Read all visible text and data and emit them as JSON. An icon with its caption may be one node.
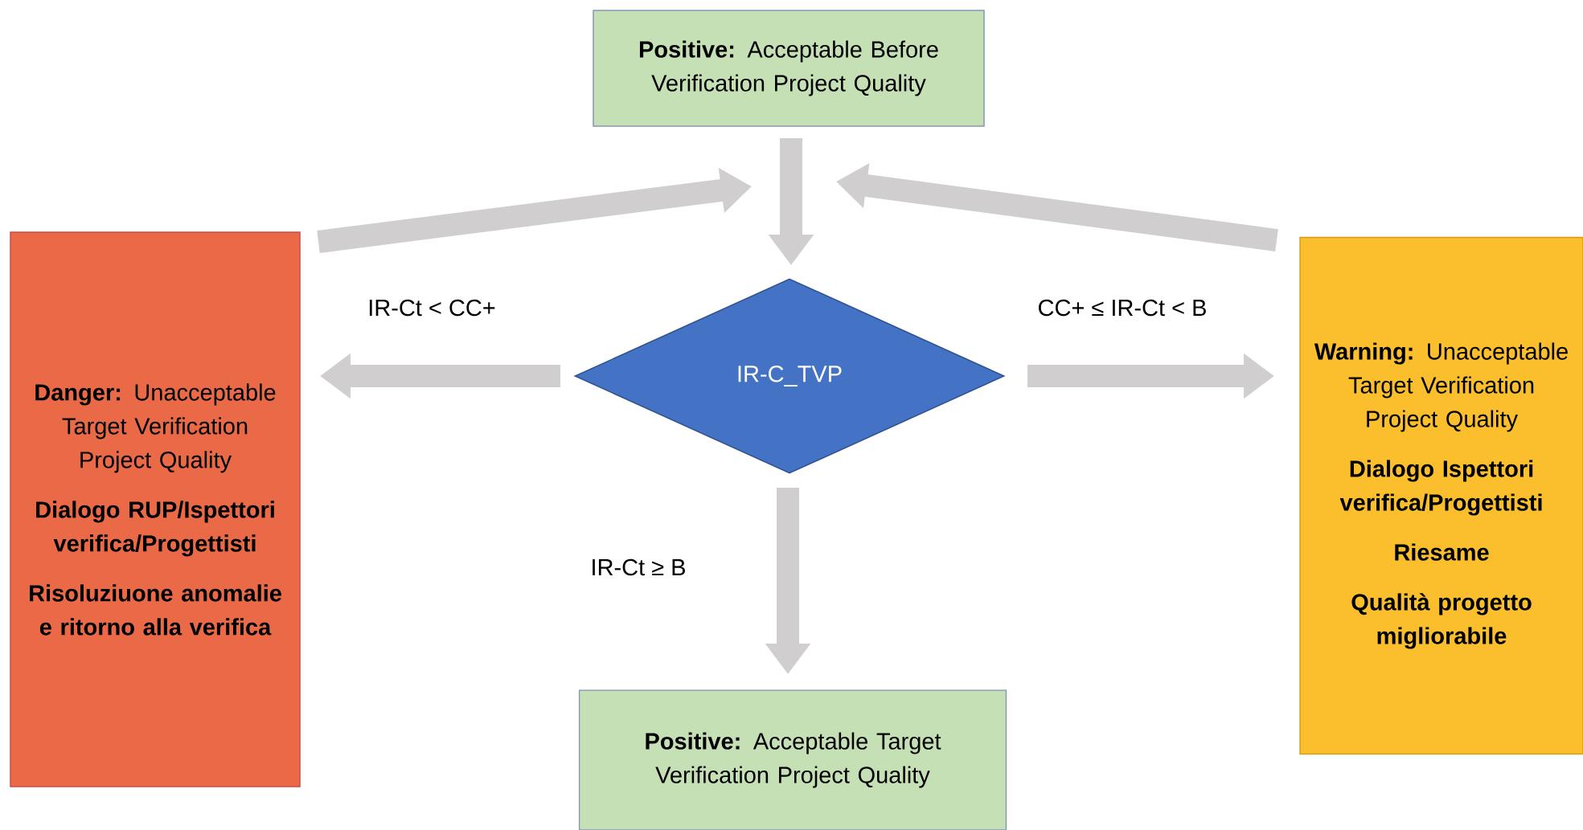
{
  "diagram": {
    "nodes": [
      {
        "text": [
          "**Positive:** Acceptable Before Verification Project Quality"
        ]
      },
      {
        "text": [
          "**Danger:** Unacceptable Target Verification Project Quality",
          "Dialogo RUP/Ispettori verifica/Progettisti",
          "Risoluziuone anomalie e ritorno alla verifica"
        ]
      },
      {
        "text": [
          "IR-C_TVP"
        ]
      },
      {
        "text": [
          "**Warning:** Unacceptable Target Verification Project Quality",
          "Dialogo Ispettori verifica/Progettisti",
          "Riesame",
          "Qualità progetto migliorabile"
        ]
      },
      {
        "text": [
          "**Positive:** Acceptable Target Verification Project Quality"
        ]
      }
    ],
    "edges": [
      {
        "from": 1,
        "to": 0,
        "arrow": "to"
      },
      {
        "from": 3,
        "to": 0,
        "arrow": "to"
      },
      {
        "from": 0,
        "to": 2,
        "arrow": "to"
      },
      {
        "from": 2,
        "to": 1,
        "arrow": "to",
        "label": "IR-Ct < CC+"
      },
      {
        "from": 2,
        "to": 3,
        "arrow": "to",
        "label": "CC+ ≤ IR-Ct < B"
      },
      {
        "from": 2,
        "to": 4,
        "arrow": "to",
        "label": "IR-Ct ≥ B"
      }
    ]
  }
}
